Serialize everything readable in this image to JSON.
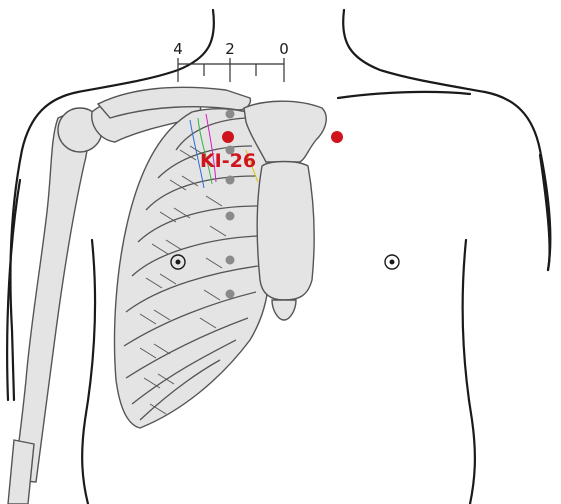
{
  "scale": {
    "tick_labels": [
      "4",
      "2",
      "0"
    ]
  },
  "acupoint": {
    "label": "KI-26",
    "color": "#d0141e"
  },
  "colors": {
    "outline": "#1a1a1a",
    "bone_fill": "#e4e4e4",
    "bone_stroke": "#555555",
    "marker_gray": "#8a8a8a",
    "scale_line": "#333333"
  }
}
